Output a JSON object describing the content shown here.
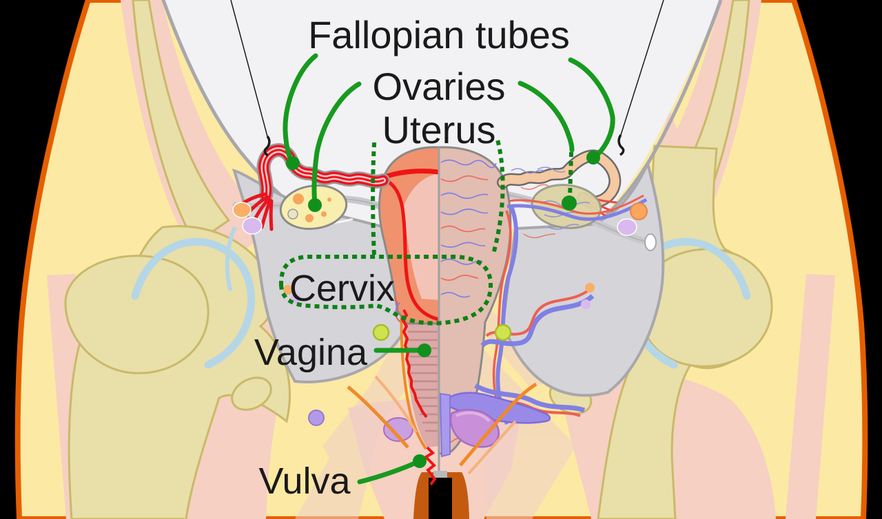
{
  "figure": {
    "type": "anatomical-diagram",
    "subject": "Female reproductive system, anterior view (left half cut-away, right half exterior with vessels)"
  },
  "labels": {
    "fallopian_tubes": "Fallopian tubes",
    "ovaries": "Ovaries",
    "uterus": "Uterus",
    "cervix": "Cervix",
    "vagina": "Vagina",
    "vulva": "Vulva"
  },
  "colors": {
    "background": "#000000",
    "label_text": "#1a1a1a",
    "leader_green": "#169a1f",
    "dotted_outline_green": "#0d8116",
    "skin": "#fce9a4",
    "body_outline": "#e55f00",
    "muscle": "#f6d0c2",
    "bone": "#e9dfa9",
    "bone_outline": "#c9b969",
    "cartilage": "#b5d6e6",
    "pelvic_gray": "#d5d4d9",
    "cavity_white": "#f2f1f3",
    "uterus_cut": "#f0926e",
    "endometrium_red": "#ee1515",
    "uterus_exterior": "#e2bdb2",
    "tube_red": "#e81520",
    "ovary_yellow": "#f8eeae",
    "vein_blue": "#8080e4",
    "artery_red": "#ee5f52",
    "purple": "#a795e8",
    "magenta_bulb": "#c98fd8",
    "vulva_dark_orange": "#c35a10"
  }
}
